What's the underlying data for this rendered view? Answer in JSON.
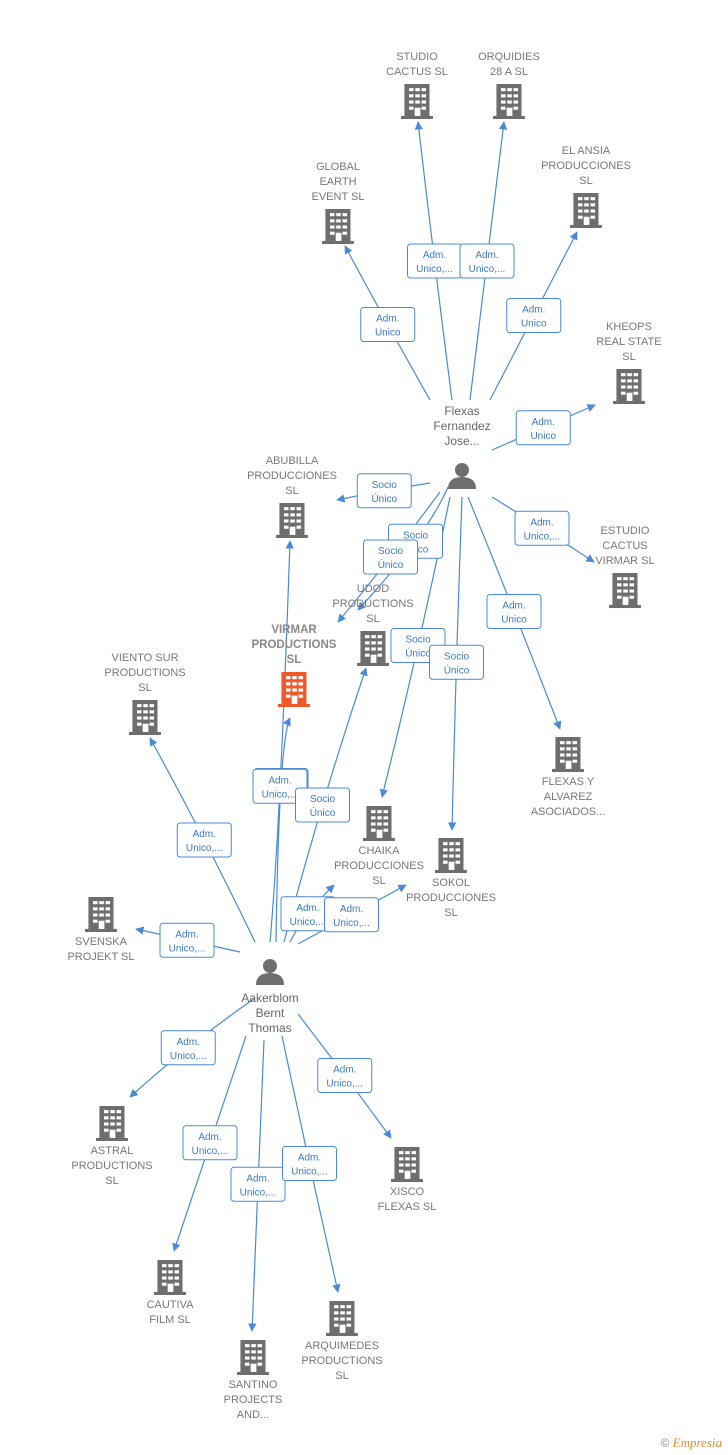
{
  "colors": {
    "edge": "#4a8ad4",
    "company": "#6e6e6e",
    "highlight": "#ef5a2c",
    "person": "#6e6e6e"
  },
  "persons": [
    {
      "id": "flexas",
      "lines": [
        "Flexas",
        "Fernandez",
        "Jose..."
      ],
      "icon": "person-icon"
    },
    {
      "id": "aakerblom",
      "lines": [
        "Aakerblom",
        "Bernt",
        "Thomas"
      ],
      "icon": "person-icon"
    }
  ],
  "companies": [
    {
      "id": "studio_cactus",
      "lines": [
        "STUDIO",
        "CACTUS  SL"
      ]
    },
    {
      "id": "orquidies",
      "lines": [
        "ORQUIDIES",
        "28 A  SL"
      ]
    },
    {
      "id": "el_ansia",
      "lines": [
        "EL ANSIA",
        "PRODUCCIONES",
        "SL"
      ]
    },
    {
      "id": "global_earth",
      "lines": [
        "GLOBAL",
        "EARTH",
        "EVENT  SL"
      ]
    },
    {
      "id": "kheops",
      "lines": [
        "KHEOPS",
        "REAL STATE",
        "SL"
      ]
    },
    {
      "id": "abubilla",
      "lines": [
        "ABUBILLA",
        "PRODUCCIONES",
        "SL"
      ]
    },
    {
      "id": "estudio_cactus_virmar",
      "lines": [
        "ESTUDIO",
        "CACTUS",
        "VIRMAR  SL"
      ]
    },
    {
      "id": "udod",
      "lines": [
        "UDOD",
        "PRODUCTIONS",
        "SL"
      ]
    },
    {
      "id": "virmar",
      "lines": [
        "VIRMAR",
        "PRODUCTIONS",
        "SL"
      ],
      "highlight": true
    },
    {
      "id": "viento_sur",
      "lines": [
        "VIENTO SUR",
        "PRODUCTIONS",
        "SL"
      ]
    },
    {
      "id": "flexas_alvarez",
      "lines": [
        "FLEXAS Y",
        "ALVAREZ",
        "ASOCIADOS..."
      ]
    },
    {
      "id": "chaika",
      "lines": [
        "CHAIKA",
        "PRODUCCIONES",
        "SL"
      ]
    },
    {
      "id": "sokol",
      "lines": [
        "SOKOL",
        "PRODUCCIONES",
        "SL"
      ]
    },
    {
      "id": "svenska",
      "lines": [
        "SVENSKA",
        "PROJEKT  SL"
      ]
    },
    {
      "id": "astral",
      "lines": [
        "ASTRAL",
        "PRODUCTIONS",
        "SL"
      ]
    },
    {
      "id": "xisco",
      "lines": [
        "XISCO",
        "FLEXAS SL"
      ]
    },
    {
      "id": "cautiva",
      "lines": [
        "CAUTIVA",
        "FILM  SL"
      ]
    },
    {
      "id": "santino",
      "lines": [
        "SANTINO",
        "PROJECTS",
        "AND..."
      ]
    },
    {
      "id": "arquimedes",
      "lines": [
        "ARQUIMEDES",
        "PRODUCTIONS",
        "SL"
      ]
    }
  ],
  "edges": [
    {
      "from": "flexas",
      "to": "studio_cactus",
      "label": [
        "Adm.",
        "Unico,..."
      ]
    },
    {
      "from": "flexas",
      "to": "orquidies",
      "label": [
        "Adm.",
        "Unico,..."
      ]
    },
    {
      "from": "flexas",
      "to": "el_ansia",
      "label": [
        "Adm.",
        "Unico"
      ]
    },
    {
      "from": "flexas",
      "to": "global_earth",
      "label": [
        "Adm.",
        "Unico"
      ]
    },
    {
      "from": "flexas",
      "to": "kheops",
      "label": [
        "Adm.",
        "Unico"
      ]
    },
    {
      "from": "flexas",
      "to": "abubilla",
      "label": [
        "Socio",
        "Único"
      ]
    },
    {
      "from": "flexas",
      "to": "estudio_cactus_virmar",
      "label": [
        "Adm.",
        "Unico,..."
      ]
    },
    {
      "from": "flexas",
      "to": "udod",
      "label": [
        "Socio",
        "Único"
      ]
    },
    {
      "from": "flexas",
      "to": "udod",
      "label": [
        "Socio",
        "Único"
      ]
    },
    {
      "from": "flexas",
      "to": "flexas_alvarez",
      "label": [
        "Adm.",
        "Unico"
      ]
    },
    {
      "from": "flexas",
      "to": "chaika",
      "label": [
        "Socio",
        "Único"
      ]
    },
    {
      "from": "flexas",
      "to": "sokol",
      "label": [
        "Socio",
        "Único"
      ]
    },
    {
      "from": "aakerblom",
      "to": "virmar",
      "label": [
        "Adm.",
        "Unico,..."
      ]
    },
    {
      "from": "aakerblom",
      "to": "abubilla",
      "label": [
        "Adm.",
        "Unico,..."
      ]
    },
    {
      "from": "aakerblom",
      "to": "udod",
      "label": [
        "Socio",
        "Único"
      ]
    },
    {
      "from": "aakerblom",
      "to": "viento_sur",
      "label": [
        "Adm.",
        "Unico,..."
      ]
    },
    {
      "from": "aakerblom",
      "to": "svenska",
      "label": [
        "Adm.",
        "Unico,..."
      ]
    },
    {
      "from": "aakerblom",
      "to": "chaika",
      "label": [
        "Adm.",
        "Unico,..."
      ]
    },
    {
      "from": "aakerblom",
      "to": "sokol",
      "label": [
        "Adm.",
        "Unico,..."
      ]
    },
    {
      "from": "aakerblom",
      "to": "astral",
      "label": [
        "Adm.",
        "Unico,..."
      ]
    },
    {
      "from": "aakerblom",
      "to": "xisco",
      "label": [
        "Adm.",
        "Unico,..."
      ]
    },
    {
      "from": "aakerblom",
      "to": "cautiva",
      "label": [
        "Adm.",
        "Unico,..."
      ]
    },
    {
      "from": "aakerblom",
      "to": "santino",
      "label": [
        "Adm.",
        "Unico,..."
      ]
    },
    {
      "from": "aakerblom",
      "to": "arquimedes",
      "label": [
        "Adm.",
        "Unico,..."
      ]
    }
  ],
  "footer": {
    "copyright": "©",
    "brand": "Empresia"
  }
}
